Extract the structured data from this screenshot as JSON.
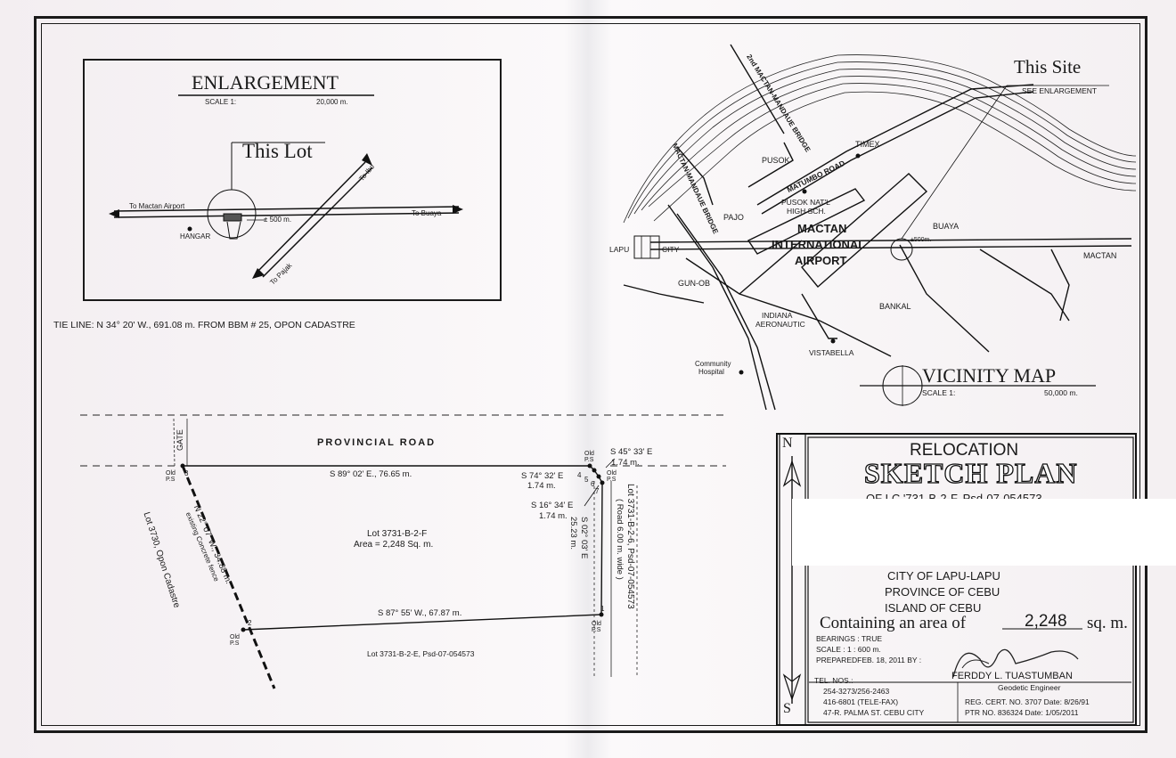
{
  "enlargement": {
    "title": "ENLARGEMENT",
    "scale_label": "SCALE 1:",
    "scale_value": "20,000 m.",
    "this_lot": "This Lot",
    "to_mactan_airport": "To Mactan Airport",
    "to_buaya": "To Buaya",
    "to_ibo": "To Ibo",
    "to_pajak": "To Pajak",
    "hangar": "HANGAR",
    "distance": "± 500 m."
  },
  "tie_line": "TIE LINE: N 34° 20' W., 691.08 m. FROM BBM # 25, OPON CADASTRE",
  "vicinity": {
    "this_site": "This Site",
    "see_enlargement": "SEE ENLARGEMENT",
    "bridge2": "2nd MACTAN-MANDAUE BRIDGE",
    "bridge1": "MACTAN-MANDAUE BRIDGE",
    "pusok": "PUSOK",
    "matumbo_road": "MATUMBO ROAD",
    "timex": "TIMEX",
    "pusok_hs1": "PUSOK NAT'L",
    "pusok_hs2": "HIGH SCH.",
    "pajo": "PAJO",
    "lapu": "LAPU",
    "city": "CITY",
    "airport1": "MACTAN",
    "airport2": "INTERNATIONAL",
    "airport3": "AIRPORT",
    "buaya": "BUAYA",
    "dist": "±500m.",
    "mactan": "MACTAN",
    "gun_ob": "GUN-OB",
    "bankal": "BANKAL",
    "indiana1": "INDIANA",
    "indiana2": "AERONAUTIC",
    "vistabella": "VISTABELLA",
    "community1": "Community",
    "community2": "Hospital",
    "title": "VICINITY MAP",
    "scale_label": "SCALE 1:",
    "scale_value": "50,000 m."
  },
  "plan": {
    "provincial_road": "PROVINCIAL ROAD",
    "gate": "GATE",
    "line_3_4": "S 89° 02' E., 76.65 m.",
    "line_4_5": "S 74° 32' E",
    "line_4_5_dist": "1.74 m.",
    "line_5_6": "S 45° 33' E",
    "line_5_6_dist": "1.74 m.",
    "line_6_7": "S 16° 34' E",
    "line_6_7_dist": "1.74 m.",
    "line_7_1": "S 02° 03' E",
    "line_7_1_dist": "25.23 m.",
    "line_1_2": "S 87° 55' W., 67.87 m.",
    "line_2_3": "N 22° 07' W., 34.88 m.",
    "fence": "existing Concrete fence",
    "lot_name": "Lot 3731-B-2-F",
    "lot_area": "Area = 2,248 Sq. m.",
    "lot_west": "Lot 3730, Opon Cadastre",
    "lot_south": "Lot 3731-B-2-E, Psd-07-054573",
    "lot_east": "Lot 3731-B-2-6, Psd-07-054573",
    "road_width": "( Road 6.00 m. wide )",
    "old_ps": "Old P.S",
    "c1": "1",
    "c2": "2",
    "c3": "3",
    "c4": "4",
    "c5": "5",
    "c6": "6",
    "c7": "7"
  },
  "title_block": {
    "north": "N",
    "south": "S",
    "relocation": "RELOCATION",
    "sketch_plan": "SKETCH PLAN",
    "of_lot": "OF LC    '731-B-2-F, Psd-07-054573",
    "city": "CITY OF LAPU-LAPU",
    "province": "PROVINCE OF CEBU",
    "island": "ISLAND OF CEBU",
    "containing": "Containing an area of",
    "area": "2,248",
    "sqm": "sq. m.",
    "bearings": "BEARINGS : TRUE",
    "scale": "SCALE : 1 : 600 m.",
    "prepared": "PREPAREDFEB. 18, 2011  BY :",
    "engineer": "FERDDY L. TUASTUMBAN",
    "engineer_title": "Geodetic Engineer",
    "tel": "TEL. NOS.:",
    "tel1": "254-3273/256-2463",
    "tel2": "416-6801 (TELE-FAX)",
    "address": "47-R. PALMA ST. CEBU CITY",
    "reg": "REG. CERT. NO. 3707 Date: 8/26/91",
    "ptr": "PTR NO. 836324 Date: 1/05/2011"
  }
}
